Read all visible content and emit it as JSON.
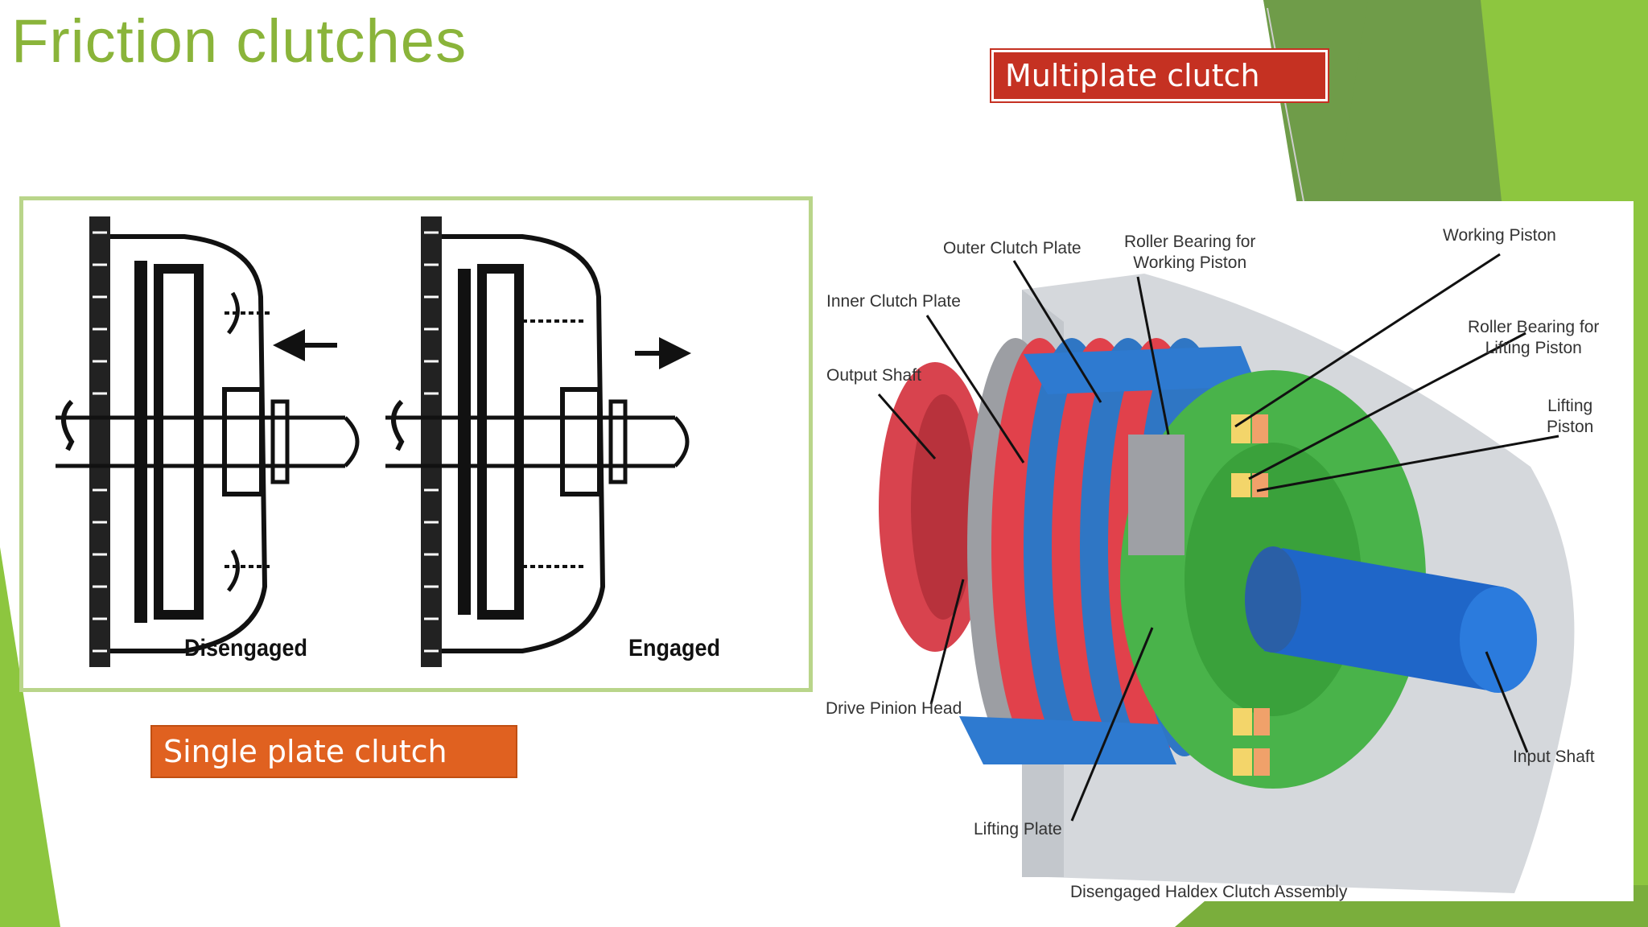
{
  "slide": {
    "title": "Friction clutches",
    "accent_color": "#8ab43a",
    "single_plate_label": "Single plate clutch",
    "multiplate_label": "Multiplate clutch"
  },
  "single_plate_diagram": {
    "caption_left": "Disengaged",
    "caption_right": "Engaged"
  },
  "multiplate_diagram": {
    "caption": "Disengaged Haldex Clutch Assembly",
    "labels": {
      "outer_clutch_plate": "Outer Clutch Plate",
      "roller_bearing_working": [
        "Roller Bearing for",
        "Working Piston"
      ],
      "working_piston": "Working Piston",
      "inner_clutch_plate": "Inner Clutch Plate",
      "roller_bearing_lifting": [
        "Roller Bearing for",
        "Lifting Piston"
      ],
      "output_shaft": "Output Shaft",
      "lifting_piston": [
        "Lifting",
        "Piston"
      ],
      "drive_pinion_head": "Drive Pinion Head",
      "input_shaft": "Input Shaft",
      "lifting_plate": "Lifting Plate"
    }
  }
}
